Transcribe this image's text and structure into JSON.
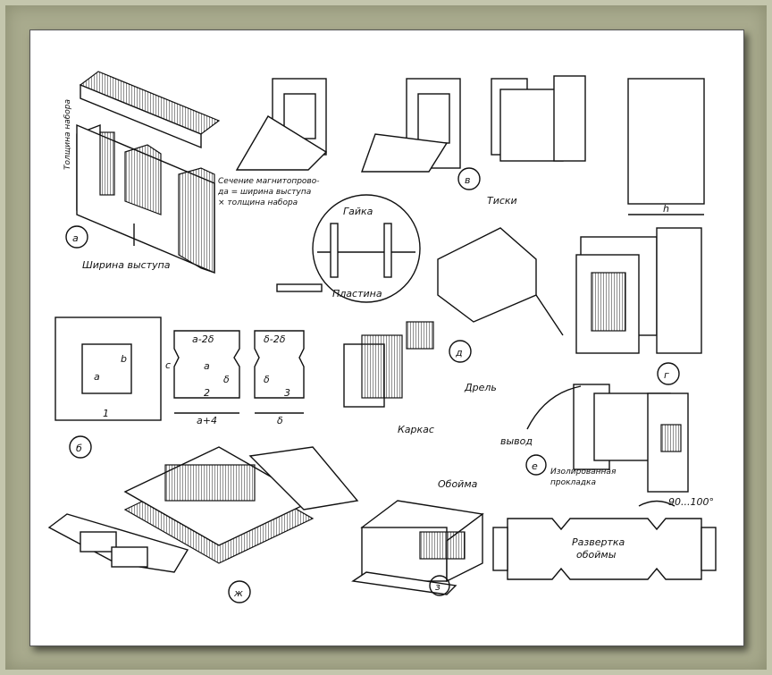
{
  "figure": {
    "labels": {
      "thickness": "Толщина набора",
      "fig_a": "а",
      "width_tab": "Ширина выступа",
      "section_line1": "Сечение магнитопрово-",
      "section_line2": "да = ширина выступа",
      "section_line3": "× толщина набора",
      "nut": "Гайка",
      "vise": "Тиски",
      "plate": "Пластина",
      "fig_d": "д",
      "drill": "Дрель",
      "frame": "Каркас",
      "fig_v": "в",
      "h": "h",
      "fig_g": "г",
      "fig_b": "б",
      "dim_a2d": "а-2δ",
      "dim_a": "а",
      "dim_b": "b",
      "dim_c": "с",
      "dim_d_small": "δ",
      "dim_2": "2",
      "dim_a4": "а+4",
      "dim_d2d": "δ-2δ",
      "dim_d2": "δ",
      "dim_3": "3",
      "dim_d3": "δ",
      "dim_1": "1",
      "lead": "вывод",
      "fig_e": "е",
      "insulated_line1": "Изолированная",
      "insulated_line2": "прокладка",
      "fig_zh": "ж",
      "fig_z": "з",
      "clamp": "Обойма",
      "angle": "90...100°",
      "unfold_line1": "Развертка",
      "unfold_line2": "обоймы"
    }
  }
}
